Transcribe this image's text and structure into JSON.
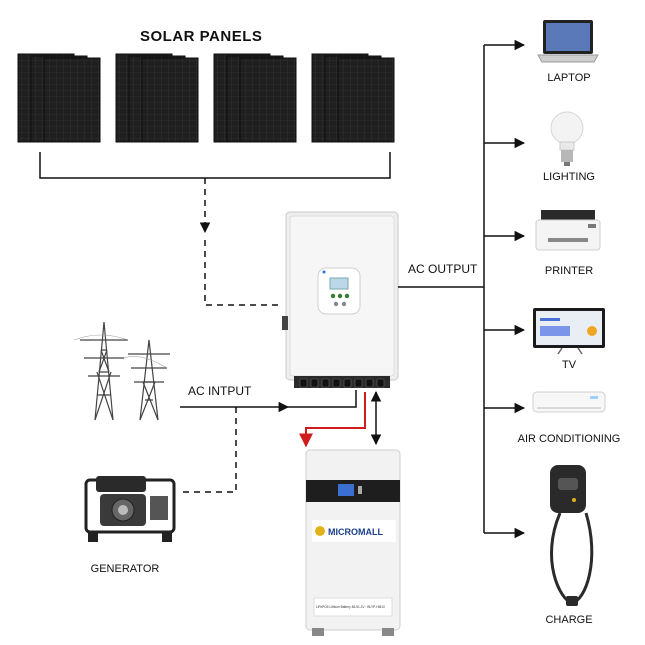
{
  "title": "SOLAR PANELS",
  "labels": {
    "ac_output": "AC OUTPUT",
    "ac_input": "AC  INTPUT",
    "generator": "GENERATOR"
  },
  "devices": [
    {
      "label": "LAPTOP",
      "icon": "laptop-icon"
    },
    {
      "label": "LIGHTING",
      "icon": "lightbulb-icon"
    },
    {
      "label": "PRINTER",
      "icon": "printer-icon"
    },
    {
      "label": "TV",
      "icon": "tv-icon"
    },
    {
      "label": "AIR CONDITIONING",
      "icon": "air-conditioner-icon"
    },
    {
      "label": "CHARGE",
      "icon": "ev-charger-icon"
    }
  ],
  "battery": {
    "brand": "MICROMALL",
    "spec": "LiFePO4 Lithium Battery    48-51.2V  ·  BLYP-HM10"
  },
  "colors": {
    "line": "#111111",
    "panel": "#1c1c1c",
    "charge_arrow": "#d01c1c",
    "brand_yellow": "#e3b21b"
  }
}
